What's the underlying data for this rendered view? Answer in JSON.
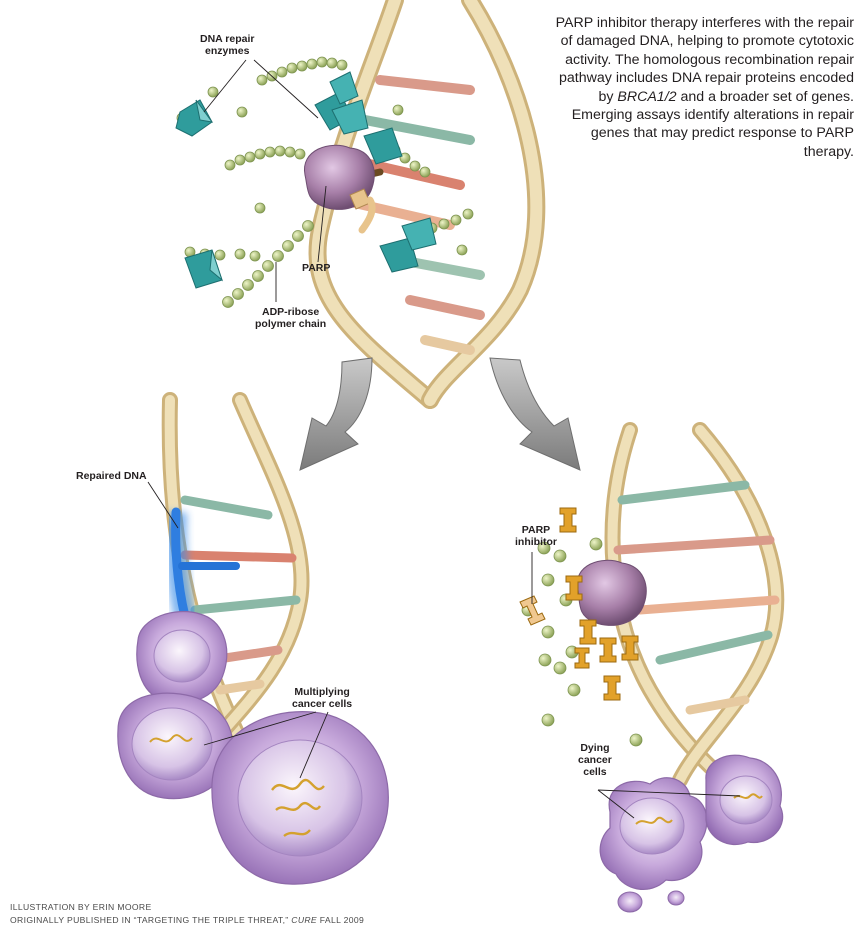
{
  "intro": {
    "part1": "PARP inhibitor therapy interferes with the repair of damaged DNA, helping to promote cytotoxic activity. The homologous recombination repair pathway includes DNA repair proteins encoded by ",
    "gene": "BRCA1/2",
    "part2": " and a broader set of genes. Emerging assays identify alterations in repair genes that may predict response to PARP therapy."
  },
  "labels": {
    "dna_repair_line1": "DNA repair",
    "dna_repair_line2": "enzymes",
    "parp": "PARP",
    "adp_line1": "ADP-ribose",
    "adp_line2": "polymer chain",
    "repaired_dna": "Repaired DNA",
    "multiplying_line1": "Multiplying",
    "multiplying_line2": "cancer cells",
    "inhibitor_line1": "PARP",
    "inhibitor_line2": "inhibitor",
    "dying_line1": "Dying",
    "dying_line2": "cancer",
    "dying_line3": "cells"
  },
  "credit": {
    "line1": "ILLUSTRATION BY ERIN MOORE",
    "line2a": "ORIGINALLY PUBLISHED IN “TARGETING THE TRIPLE THREAT,” ",
    "line2b": "CURE",
    "line2c": " FALL 2009"
  },
  "colors": {
    "helix": "#e9d6a6",
    "enzyme": "#2f9c9c",
    "bead": "#b4c878",
    "parp": "#a77fa8",
    "inhibitor": "#e2a12a",
    "repaired": "#3a8de8",
    "cell": "#b99bd2",
    "arrow": "#8f8f8f"
  }
}
